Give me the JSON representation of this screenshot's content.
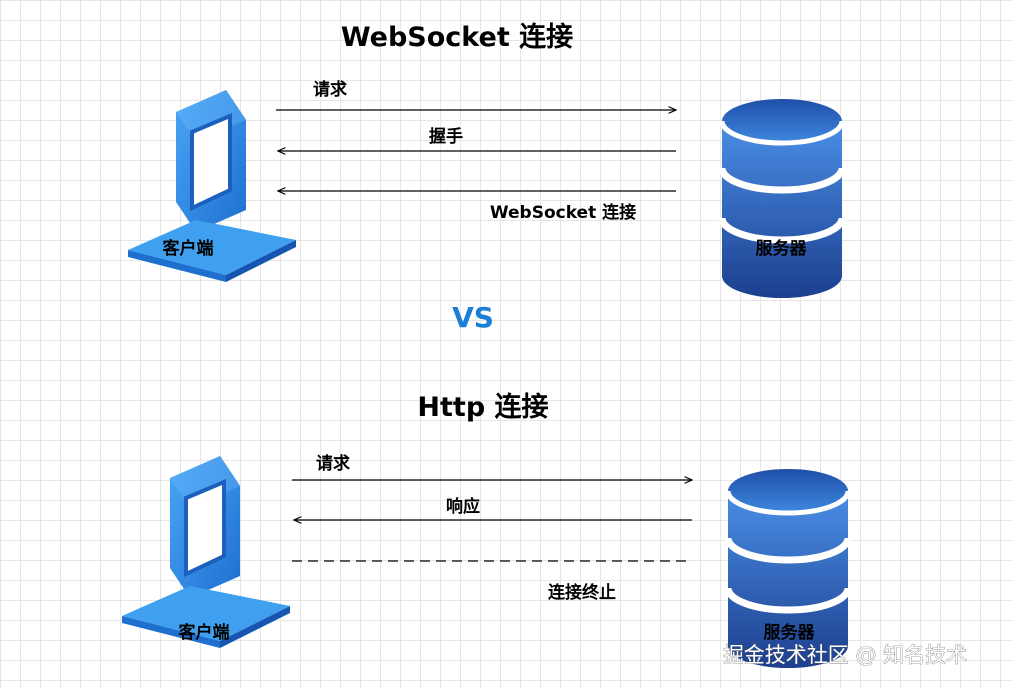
{
  "websocket": {
    "title": "WebSocket  连接",
    "client_label": "客户端",
    "server_label": "服务器",
    "arrows": [
      {
        "label": "请求",
        "direction": "to-server",
        "style": "solid"
      },
      {
        "label": "握手",
        "direction": "to-client",
        "style": "solid"
      },
      {
        "label": "WebSocket  连接",
        "direction": "to-client",
        "style": "solid"
      }
    ]
  },
  "vs_label": "VS",
  "http": {
    "title": "Http  连接",
    "client_label": "客户端",
    "server_label": "服务器",
    "arrows": [
      {
        "label": "请求",
        "direction": "to-server",
        "style": "solid"
      },
      {
        "label": "响应",
        "direction": "to-client",
        "style": "solid"
      },
      {
        "label": "连接终止",
        "direction": "none",
        "style": "dashed"
      }
    ]
  },
  "watermark": "掘金技术社区 @ 知名技术",
  "colors": {
    "accent": "#1a7fd6",
    "laptop_blue": "#2f8fe6",
    "db_top": "#3b7fd8",
    "db_bottom": "#1d3f8f"
  },
  "icons": [
    "laptop-icon",
    "database-icon"
  ]
}
